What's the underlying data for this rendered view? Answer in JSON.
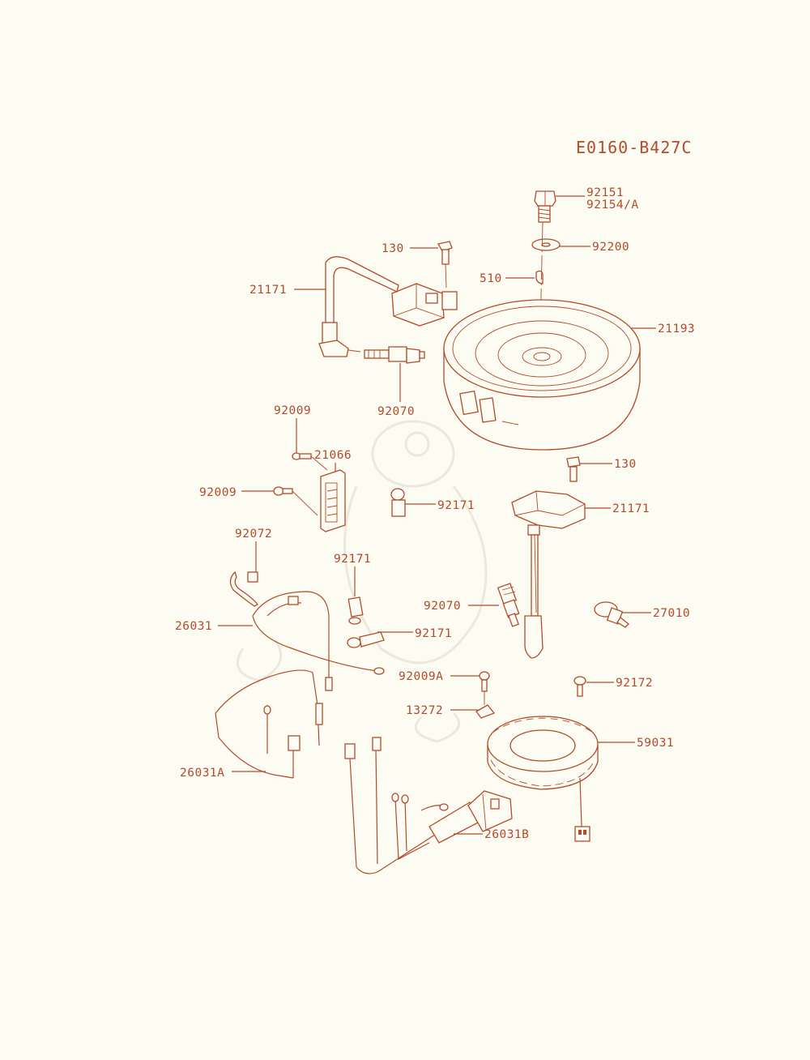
{
  "diagram_code": "E0160-B427C",
  "accent_color": "#b44a2c",
  "background_color": "#fdfcf3",
  "labels": {
    "p92151": "92151",
    "p92154a": "92154/A",
    "p130_top": "130",
    "p92200": "92200",
    "p510": "510",
    "p21171_top": "21171",
    "p21193": "21193",
    "p92070_top": "92070",
    "p92009_upper": "92009",
    "p21066": "21066",
    "p92009_lower": "92009",
    "p92171_mid": "92171",
    "p130_mid": "130",
    "p21171_mid": "21171",
    "p92072": "92072",
    "p92171_left": "92171",
    "p92070_mid": "92070",
    "p27010": "27010",
    "p26031": "26031",
    "p92171_lower": "92171",
    "p92009a": "92009A",
    "p92172": "92172",
    "p13272": "13272",
    "p59031": "59031",
    "p26031a": "26031A",
    "p26031b": "26031B"
  }
}
